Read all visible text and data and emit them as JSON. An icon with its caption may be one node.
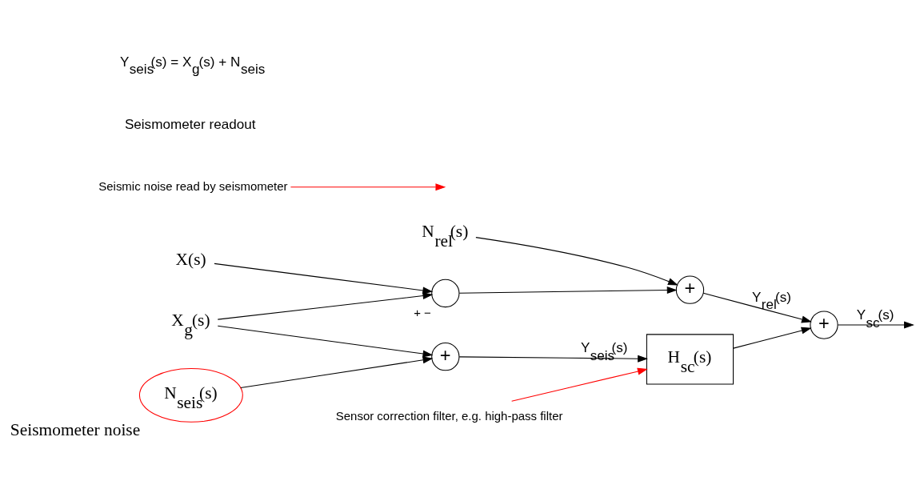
{
  "diagram": {
    "nodes": [
      {
        "text": [
          "N$_{rel}$(s)"
        ]
      },
      {
        "text": [
          "X(s)"
        ]
      },
      {
        "text": [],
        "shape": "circle",
        "beside": [
          "+",
          "−"
        ]
      },
      {
        "text": [
          "+"
        ]
      },
      {
        "text": [
          "Seismic noise read by seismometer"
        ]
      },
      {
        "text": [
          "+"
        ]
      },
      {
        "text": [
          "X$_{g}$(s)"
        ]
      },
      {
        "text": [
          "+"
        ]
      },
      {
        "text": [
          "H$_{sc}$(s)"
        ]
      },
      {
        "text": [
          "Sensor correction filter, e.g. high-pass filter"
        ]
      },
      {
        "text": [
          "N$_{seis}$(s)"
        ],
        "beside": [
          "Seismometer noise"
        ]
      }
    ],
    "edges": [
      {
        "from": 0,
        "to": 3,
        "arrow": "to"
      },
      {
        "from": 1,
        "to": 2,
        "arrow": "to"
      },
      {
        "from": 2,
        "to": 3,
        "arrow": "to"
      },
      {
        "from": 3,
        "to": 5,
        "arrow": "to",
        "label": "Y$_{rel}$(s)"
      },
      {
        "from": 5,
        "to": null,
        "arrow": "to",
        "label": "Y$_{sc}$(s)"
      },
      {
        "from": 6,
        "to": 2,
        "arrow": "to"
      },
      {
        "from": 6,
        "to": 7,
        "arrow": "to"
      },
      {
        "from": 4,
        "to": null,
        "arrow": "to",
        "color": "#ff0000"
      },
      {
        "from": 10,
        "to": 7,
        "arrow": "to"
      },
      {
        "from": 7,
        "to": 8,
        "arrow": "to",
        "label": "Y$_{seis}$(s)"
      },
      {
        "from": 8,
        "to": 5,
        "arrow": "to"
      },
      {
        "from": 9,
        "to": 8,
        "arrow": "to",
        "color": "#ff0000"
      }
    ],
    "labels": [
      "Seismometer readout",
      "Y$_{seis}$(s) = X$_{g}$(s) + N$_{seis}$"
    ]
  }
}
